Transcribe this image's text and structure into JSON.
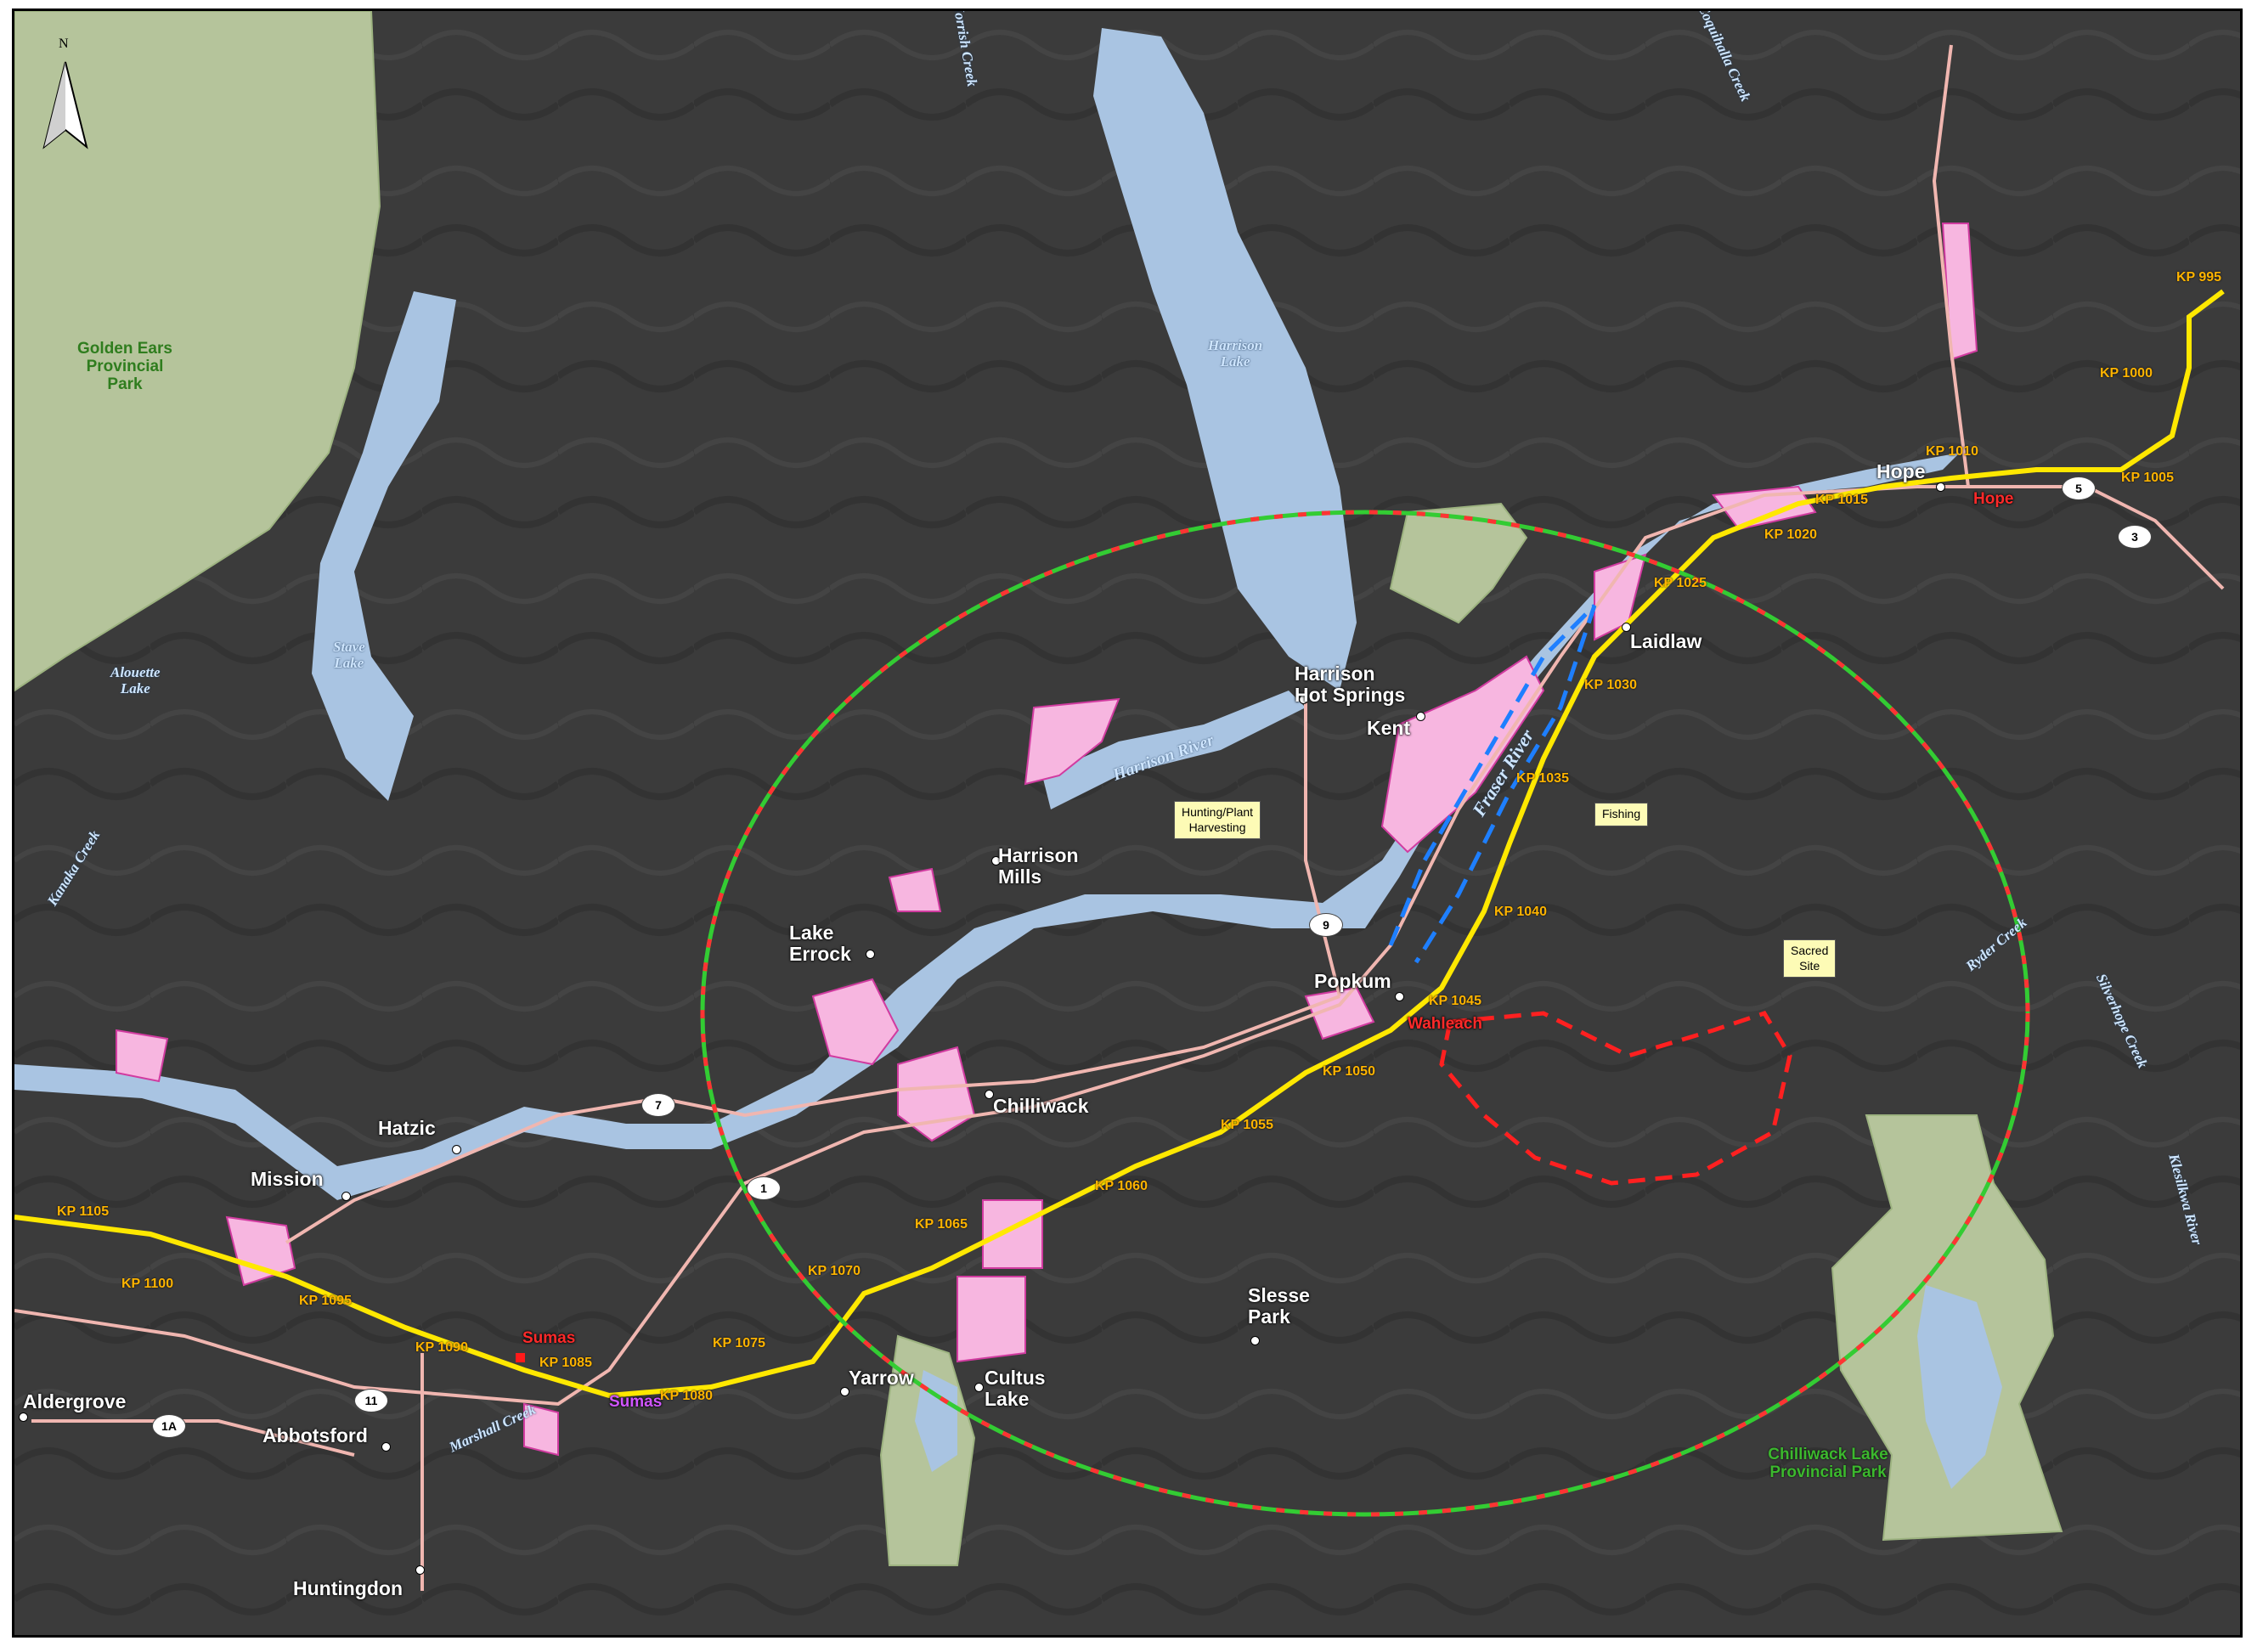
{
  "north_label": "N",
  "places": {
    "hope": "Hope",
    "laidlaw": "Laidlaw",
    "harrison_hot_springs": "Harrison\nHot Springs",
    "kent": "Kent",
    "harrison_mills": "Harrison\nMills",
    "lake_errock": "Lake\nErrock",
    "popkum": "Popkum",
    "chilliwack": "Chilliwack",
    "hatzic": "Hatzic",
    "mission": "Mission",
    "slesse_park": "Slesse\nPark",
    "yarrow": "Yarrow",
    "cultus_lake": "Cultus\nLake",
    "aldergrove": "Aldergrove",
    "abbotsford": "Abbotsford",
    "huntingdon": "Huntingdon"
  },
  "stations": {
    "hope": "Hope",
    "wahleach": "Wahleach",
    "sumas_red": "Sumas",
    "sumas_purple": "Sumas"
  },
  "water": {
    "harrison_lake": "Harrison\nLake",
    "harrison_river": "Harrison River",
    "fraser_river": "Fraser River",
    "stave_lake": "Stave\nLake",
    "alouette_lake": "Alouette\nLake",
    "kanaka_creek": "Kanaka Creek",
    "norrish_creek": "Norrish Creek",
    "coquihalla_creek": "Coquihalla Creek",
    "ryder_creek": "Ryder Creek",
    "silverhope_creek": "Silverhope Creek",
    "klesilkwa_river": "Klesilkwa River",
    "marshall_creek": "Marshall Creek"
  },
  "parks": {
    "golden_ears": "Golden Ears\nProvincial\nPark",
    "chilliwack_lake": "Chilliwack Lake\nProvincial Park"
  },
  "callouts": {
    "hunting": "Hunting/Plant\nHarvesting",
    "fishing": "Fishing",
    "sacred": "Sacred\nSite"
  },
  "kp_markers": [
    "KP 995",
    "KP 1000",
    "KP 1005",
    "KP 1010",
    "KP 1015",
    "KP 1020",
    "KP 1025",
    "KP 1030",
    "KP 1035",
    "KP 1040",
    "KP 1045",
    "KP 1050",
    "KP 1055",
    "KP 1060",
    "KP 1065",
    "KP 1070",
    "KP 1075",
    "KP 1080",
    "KP 1085",
    "KP 1090",
    "KP 1095",
    "KP 1100",
    "KP 1105"
  ],
  "highways": [
    "1",
    "1A",
    "3",
    "5",
    "7",
    "9",
    "11"
  ],
  "colors": {
    "terrain": "#3b3b3b",
    "water": "#a9c4e2",
    "park": "#b5c49b",
    "reserve": "#f7b6e0",
    "pipeline": "#ffe800",
    "road": "#f0b6b0",
    "study_area": "#33cc33",
    "study_area_dash": "#ff3333",
    "sacred_site": "#ff2020",
    "fishing_area": "#1e7fff"
  }
}
